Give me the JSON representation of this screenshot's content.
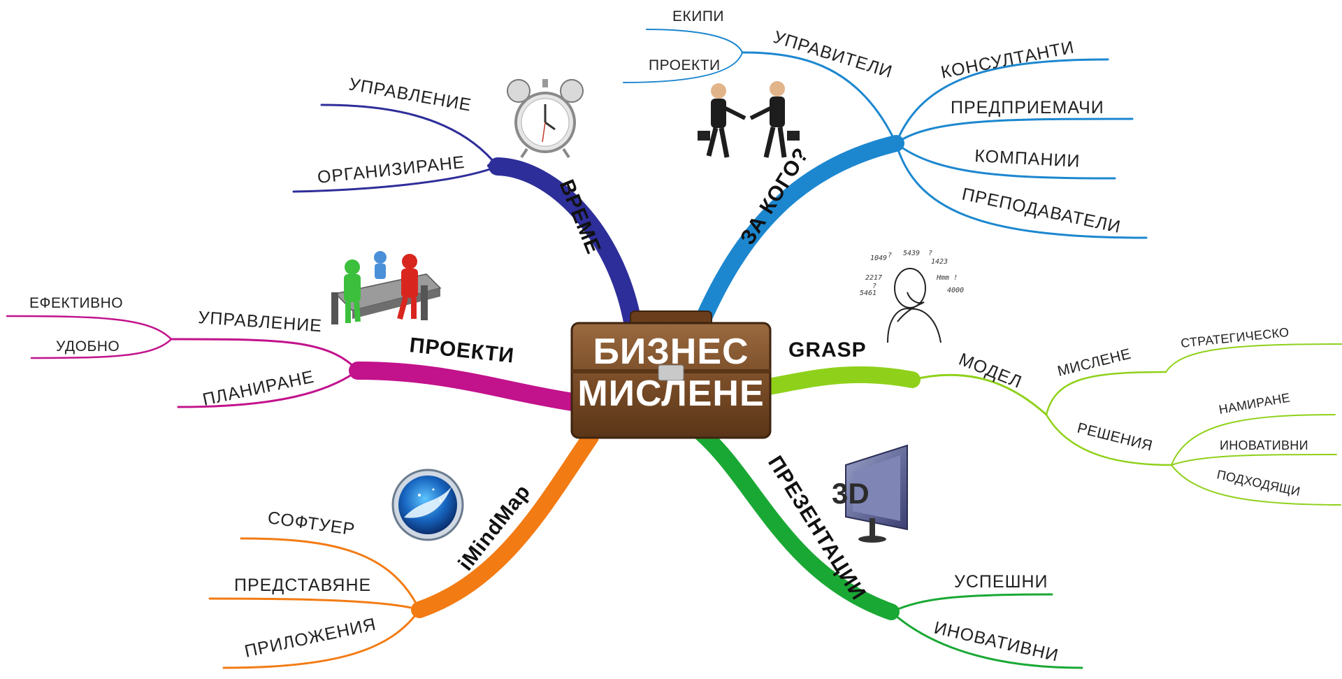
{
  "center": {
    "line1": "БИЗНЕС",
    "line2": "МИСЛЕНЕ"
  },
  "colors": {
    "vreme": "#2e2e9a",
    "za_kogo": "#1c87cf",
    "grasp": "#8fd11a",
    "prezentacii": "#1aa834",
    "imindmap": "#f27b13",
    "proekti": "#c2128c"
  },
  "branches": {
    "vreme": {
      "label": "ВРЕМЕ",
      "icon": "alarm-clock-icon",
      "children": [
        "УПРАВЛЕНИЕ",
        "ОРГАНИЗИРАНЕ"
      ]
    },
    "za_kogo": {
      "label": "ЗА КОГО?",
      "icon": "handshake-icon",
      "children": [
        {
          "label": "УПРАВИТЕЛИ",
          "children": [
            "ЕКИПИ",
            "ПРОЕКТИ"
          ]
        },
        {
          "label": "КОНСУЛТАНТИ"
        },
        {
          "label": "ПРЕДПРИЕМАЧИ"
        },
        {
          "label": "КОМПАНИИ"
        },
        {
          "label": "ПРЕПОДАВАТЕЛИ"
        }
      ]
    },
    "grasp": {
      "label": "GRASP",
      "icon": "thinking-man-icon",
      "icon_texts": [
        "1049",
        "?",
        "5439",
        "?",
        "1423",
        "2217",
        "Hmm !",
        "?",
        "5461",
        "4000"
      ],
      "children": [
        {
          "label": "МОДЕЛ",
          "children": [
            {
              "label": "МИСЛЕНЕ",
              "children": [
                "СТРАТЕГИЧЕСКО"
              ]
            },
            {
              "label": "РЕШЕНИЯ",
              "children": [
                "НАМИРАНЕ",
                "ИНОВАТИВНИ",
                "ПОДХОДЯЩИ"
              ]
            }
          ]
        }
      ]
    },
    "prezentacii": {
      "label": "ПРЕЗЕНТАЦИИ",
      "icon": "3d-screen-icon",
      "icon_text": "3D",
      "children": [
        "УСПЕШНИ",
        "ИНОВАТИВНИ"
      ]
    },
    "imindmap": {
      "label": "iMindMap",
      "icon": "imindmap-logo-icon",
      "children": [
        "СОФТУЕР",
        "ПРЕДСТАВЯНЕ",
        "ПРИЛОЖЕНИЯ"
      ]
    },
    "proekti": {
      "label": "ПРОЕКТИ",
      "icon": "meeting-table-icon",
      "children": [
        {
          "label": "УПРАВЛЕНИЕ",
          "children": [
            "ЕФЕКТИВНО",
            "УДОБНО"
          ]
        },
        {
          "label": "ПЛАНИРАНЕ"
        }
      ]
    }
  }
}
